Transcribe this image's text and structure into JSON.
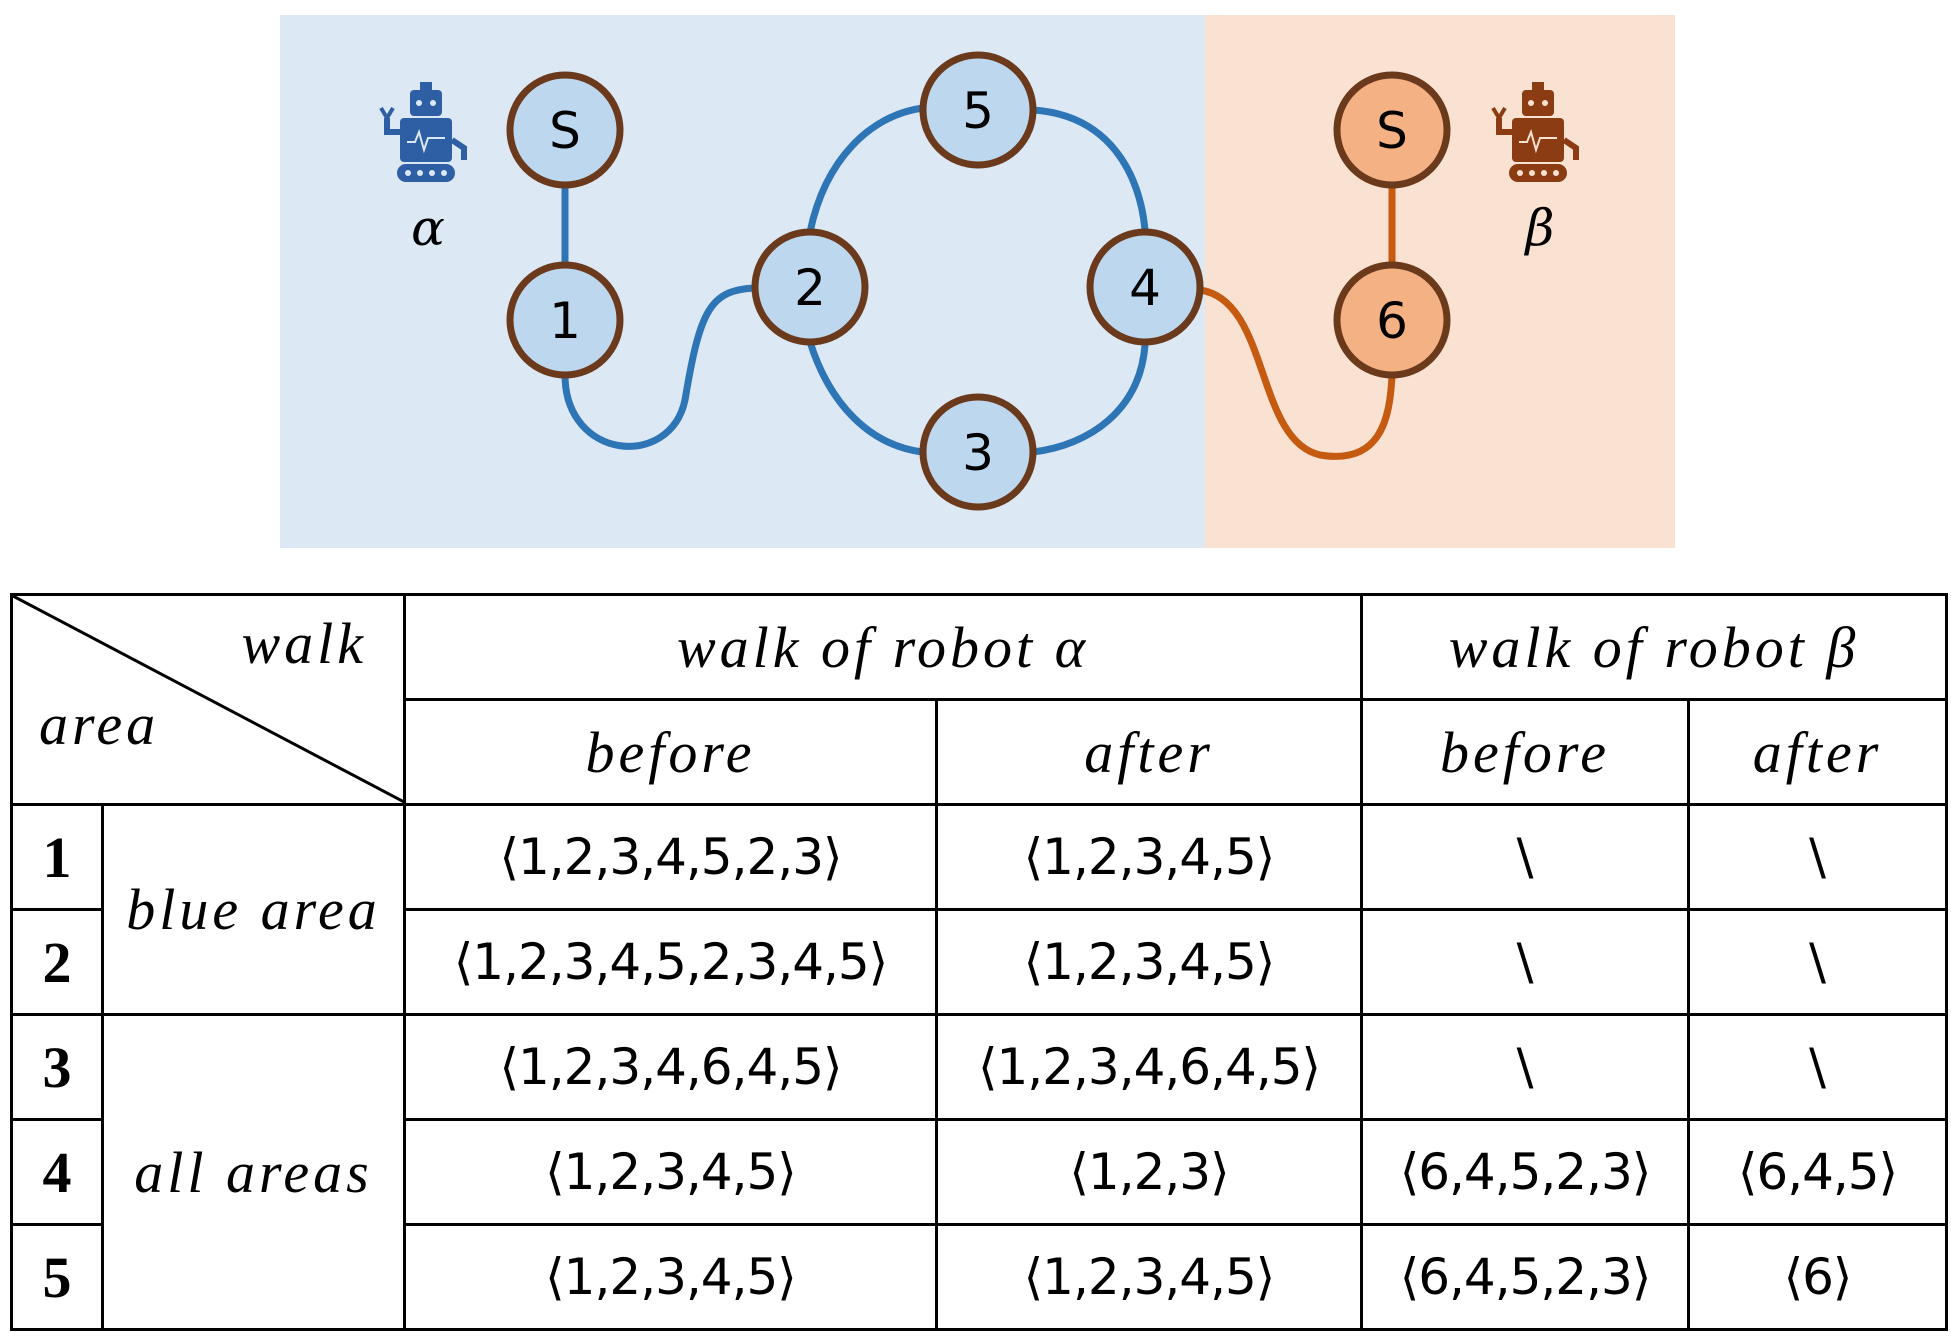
{
  "diagram": {
    "robots": [
      {
        "name": "α",
        "color": "#2e5fa5",
        "icon": "robot-icon"
      },
      {
        "name": "β",
        "color": "#8b3c12",
        "icon": "robot-icon"
      }
    ],
    "nodes": {
      "s_alpha": "S",
      "n1": "1",
      "n2": "2",
      "n3": "3",
      "n4": "4",
      "n5": "5",
      "s_beta": "S",
      "n6": "6"
    },
    "colors": {
      "blue_area": "#dde8f5",
      "orange_area": "#fae2d3",
      "blue_node": "#bdd7ee",
      "orange_node": "#f4b183",
      "node_border": "#6b3a1c",
      "blue_edge": "#2e75b6",
      "orange_edge": "#c55a11"
    }
  },
  "table": {
    "corner_top": "walk",
    "corner_bottom": "area",
    "group_alpha": "walk of robot  α",
    "group_beta": "walk of robot  β",
    "sub_headers": [
      "before",
      "after",
      "before",
      "after"
    ],
    "area_labels": [
      "blue area",
      "all  areas"
    ],
    "rows": [
      {
        "id": "1",
        "cells": [
          "⟨1,2,3,4,5,2,3⟩",
          "⟨1,2,3,4,5⟩",
          "\\",
          "\\"
        ]
      },
      {
        "id": "2",
        "cells": [
          "⟨1,2,3,4,5,2,3,4,5⟩",
          "⟨1,2,3,4,5⟩",
          "\\",
          "\\"
        ]
      },
      {
        "id": "3",
        "cells": [
          "⟨1,2,3,4,6,4,5⟩",
          "⟨1,2,3,4,6,4,5⟩",
          "\\",
          "\\"
        ]
      },
      {
        "id": "4",
        "cells": [
          "⟨1,2,3,4,5⟩",
          "⟨1,2,3⟩",
          "⟨6,4,5,2,3⟩",
          "⟨6,4,5⟩"
        ]
      },
      {
        "id": "5",
        "cells": [
          "⟨1,2,3,4,5⟩",
          "⟨1,2,3,4,5⟩",
          "⟨6,4,5,2,3⟩",
          "⟨6⟩"
        ]
      }
    ]
  }
}
